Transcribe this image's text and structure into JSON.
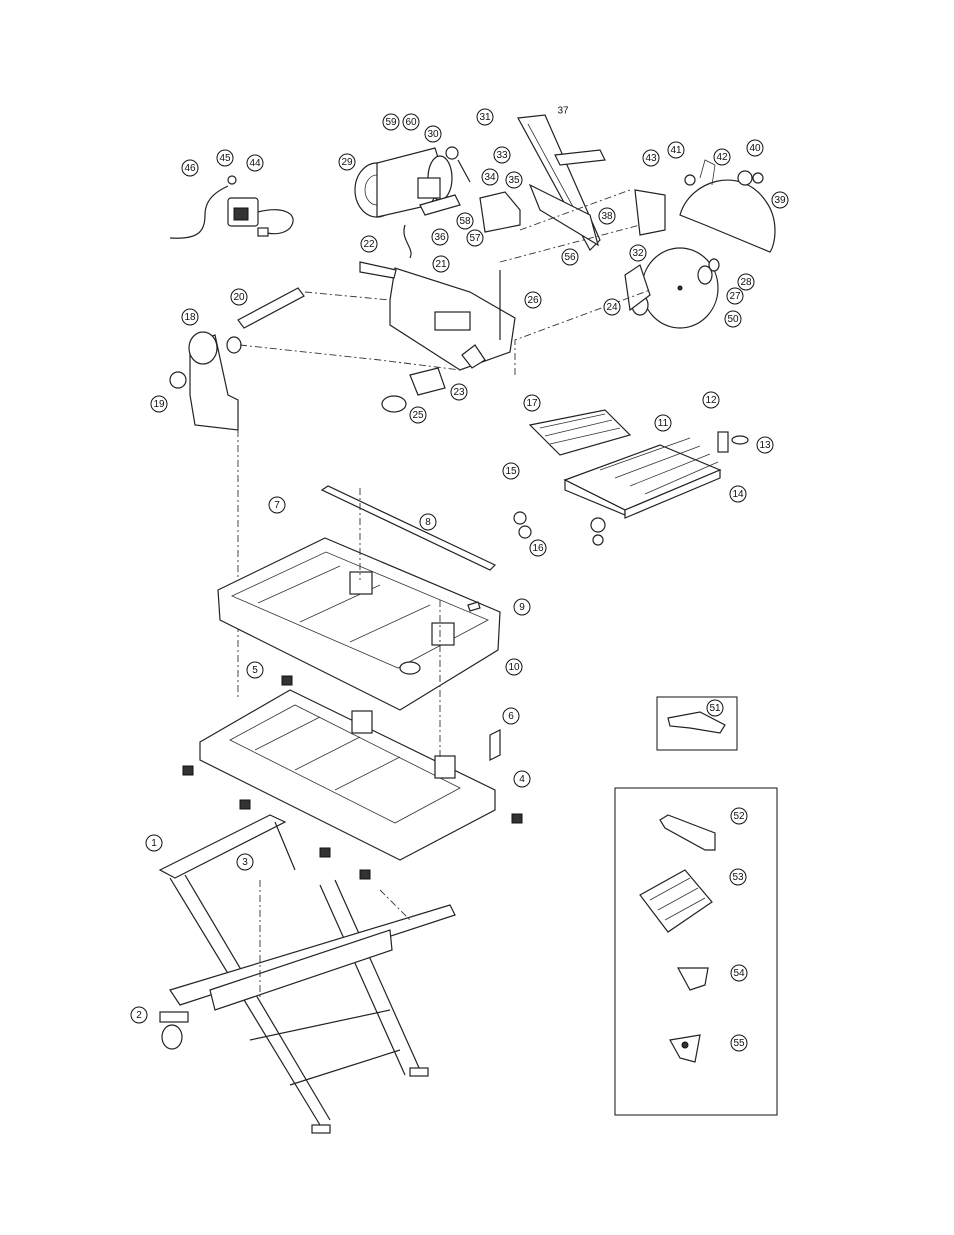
{
  "diagram": {
    "type": "exploded parts diagram",
    "callouts": [
      {
        "n": "1"
      },
      {
        "n": "2"
      },
      {
        "n": "3"
      },
      {
        "n": "4"
      },
      {
        "n": "5"
      },
      {
        "n": "6"
      },
      {
        "n": "7"
      },
      {
        "n": "8"
      },
      {
        "n": "9"
      },
      {
        "n": "10"
      },
      {
        "n": "11"
      },
      {
        "n": "12"
      },
      {
        "n": "13"
      },
      {
        "n": "14"
      },
      {
        "n": "15"
      },
      {
        "n": "16"
      },
      {
        "n": "17"
      },
      {
        "n": "18"
      },
      {
        "n": "19"
      },
      {
        "n": "20"
      },
      {
        "n": "21"
      },
      {
        "n": "22"
      },
      {
        "n": "23"
      },
      {
        "n": "24"
      },
      {
        "n": "25"
      },
      {
        "n": "26"
      },
      {
        "n": "27"
      },
      {
        "n": "28"
      },
      {
        "n": "29"
      },
      {
        "n": "30"
      },
      {
        "n": "31"
      },
      {
        "n": "32"
      },
      {
        "n": "33"
      },
      {
        "n": "34"
      },
      {
        "n": "35"
      },
      {
        "n": "36"
      },
      {
        "n": "37"
      },
      {
        "n": "38"
      },
      {
        "n": "39"
      },
      {
        "n": "40"
      },
      {
        "n": "41"
      },
      {
        "n": "42"
      },
      {
        "n": "43"
      },
      {
        "n": "44"
      },
      {
        "n": "45"
      },
      {
        "n": "46"
      },
      {
        "n": "50"
      },
      {
        "n": "51"
      },
      {
        "n": "52"
      },
      {
        "n": "53"
      },
      {
        "n": "54"
      },
      {
        "n": "55"
      },
      {
        "n": "56"
      },
      {
        "n": "57"
      },
      {
        "n": "58"
      },
      {
        "n": "59"
      },
      {
        "n": "60"
      }
    ]
  }
}
